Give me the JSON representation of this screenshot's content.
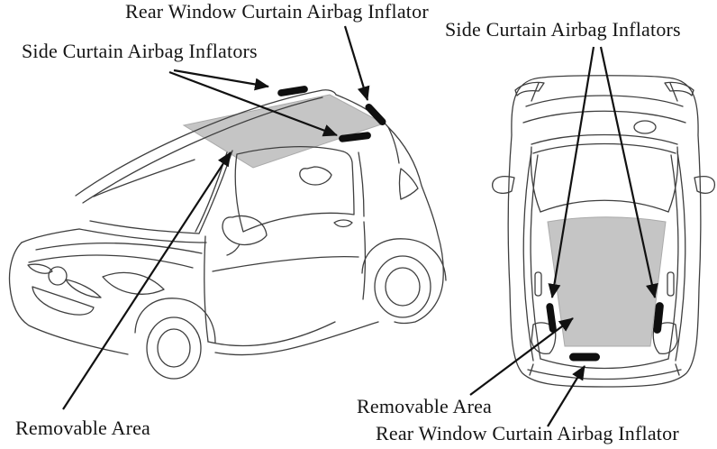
{
  "labels": {
    "rear_window_inflator_top": "Rear Window Curtain Airbag Inflator",
    "side_curtain_inflators_left": "Side Curtain Airbag Inflators",
    "side_curtain_inflators_right": "Side Curtain Airbag Inflators",
    "removable_area_left": "Removable Area",
    "removable_area_right": "Removable Area",
    "rear_window_inflator_bottom": "Rear Window Curtain Airbag Inflator"
  },
  "colors": {
    "removable_area_fill": "#c5c5c5",
    "removable_area_edge": "#aaaaaa",
    "inflator_bar_fill": "#0f0f0f",
    "outline_stroke": "#3f3f3f",
    "arrow": "#111111",
    "label_text": "#151515",
    "background": "#ffffff"
  }
}
